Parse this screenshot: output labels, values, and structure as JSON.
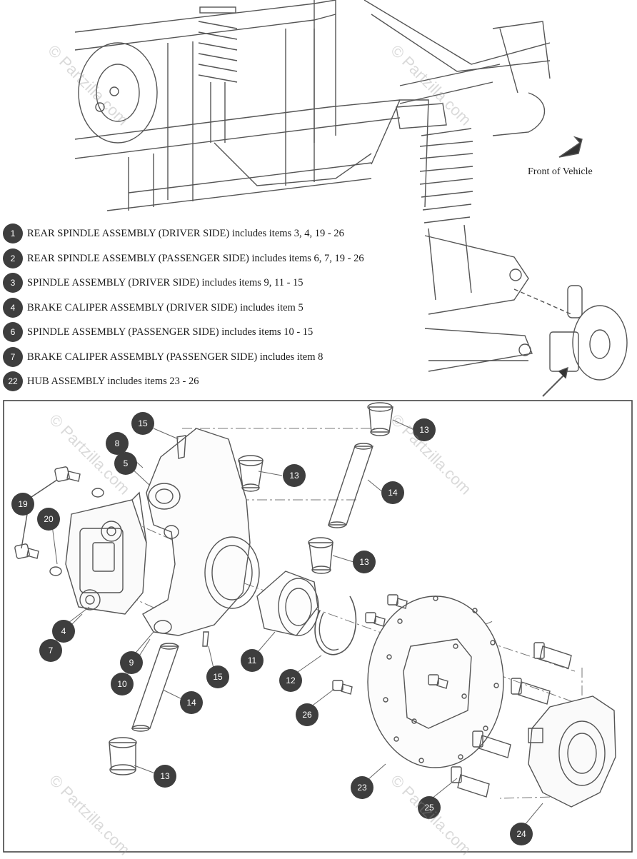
{
  "front_label": "Front of Vehicle",
  "watermark": "© Partzilla.com",
  "legend": [
    {
      "num": "1",
      "text": "REAR SPINDLE ASSEMBLY (DRIVER SIDE) includes items 3, 4, 19 - 26"
    },
    {
      "num": "2",
      "text": "REAR SPINDLE ASSEMBLY (PASSENGER SIDE) includes items 6, 7, 19 - 26"
    },
    {
      "num": "3",
      "text": "SPINDLE ASSEMBLY (DRIVER SIDE) includes items 9, 11 - 15"
    },
    {
      "num": "4",
      "text": "BRAKE CALIPER ASSEMBLY (DRIVER SIDE) includes item 5"
    },
    {
      "num": "6",
      "text": "SPINDLE ASSEMBLY (PASSENGER SIDE) includes items 10 - 15"
    },
    {
      "num": "7",
      "text": "BRAKE CALIPER ASSEMBLY (PASSENGER SIDE) includes item 8"
    },
    {
      "num": "22",
      "text": "HUB ASSEMBLY includes items 23 - 26"
    }
  ],
  "callouts": [
    {
      "id": "c15a",
      "num": "15"
    },
    {
      "id": "c8",
      "num": "8"
    },
    {
      "id": "c5",
      "num": "5"
    },
    {
      "id": "c13a",
      "num": "13"
    },
    {
      "id": "c13b",
      "num": "13"
    },
    {
      "id": "c14a",
      "num": "14"
    },
    {
      "id": "c19",
      "num": "19"
    },
    {
      "id": "c20",
      "num": "20"
    },
    {
      "id": "c13c",
      "num": "13"
    },
    {
      "id": "c4",
      "num": "4"
    },
    {
      "id": "c7",
      "num": "7"
    },
    {
      "id": "c9",
      "num": "9"
    },
    {
      "id": "c10",
      "num": "10"
    },
    {
      "id": "c15b",
      "num": "15"
    },
    {
      "id": "c11",
      "num": "11"
    },
    {
      "id": "c12",
      "num": "12"
    },
    {
      "id": "c14b",
      "num": "14"
    },
    {
      "id": "c26",
      "num": "26"
    },
    {
      "id": "c13d",
      "num": "13"
    },
    {
      "id": "c23",
      "num": "23"
    },
    {
      "id": "c25",
      "num": "25"
    },
    {
      "id": "c24",
      "num": "24"
    }
  ]
}
